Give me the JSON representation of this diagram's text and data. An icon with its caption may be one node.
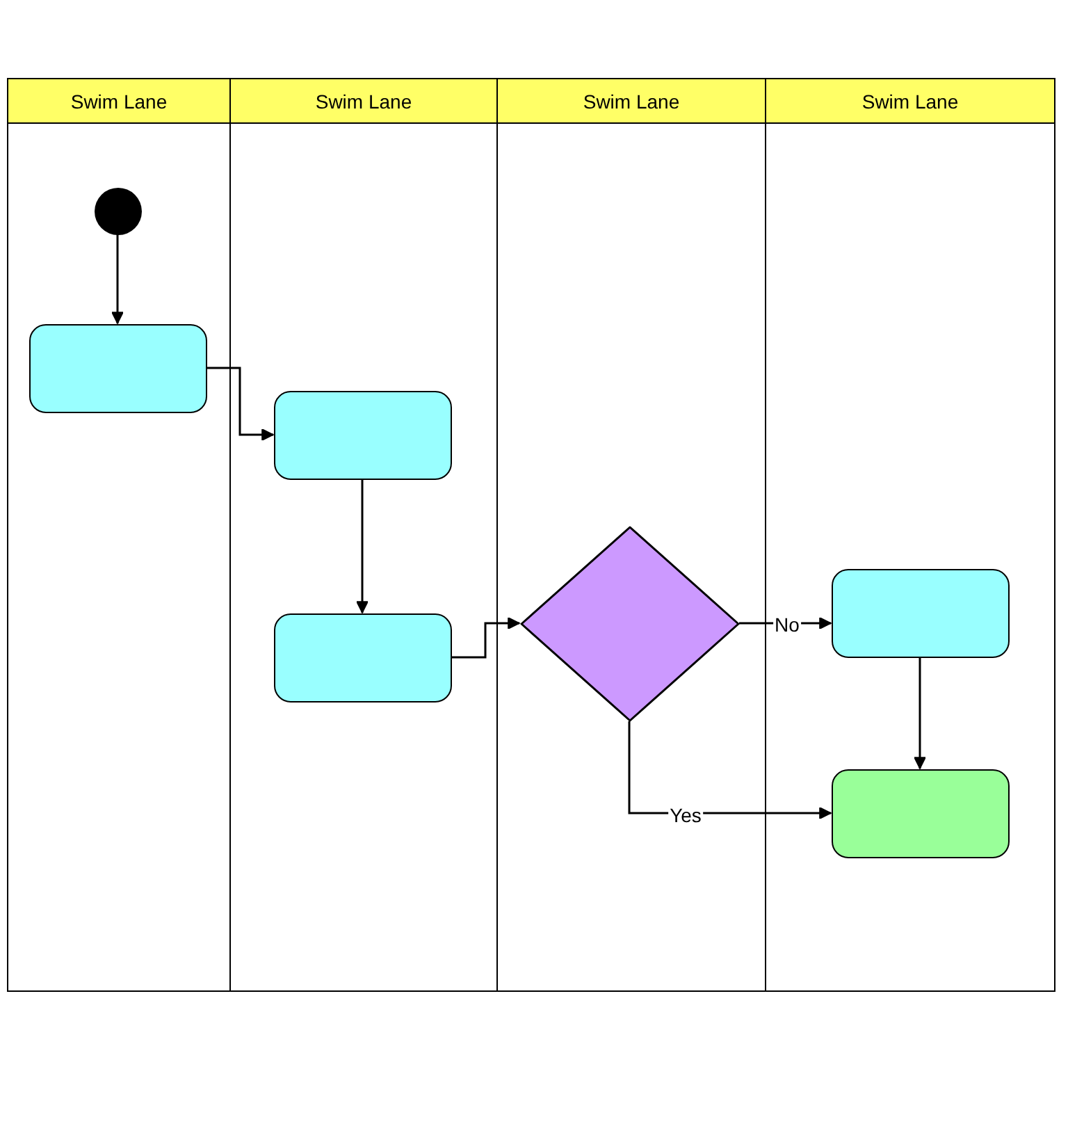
{
  "diagram": {
    "nodes": [
      {
        "text": [
          "Swim Lane"
        ]
      },
      {
        "text": [
          "Swim Lane"
        ]
      },
      {
        "text": [
          "Swim Lane"
        ]
      },
      {
        "text": [
          "Swim Lane"
        ]
      },
      {
        "text": [],
        "shape": "circle",
        "in": 0
      },
      {
        "text": [],
        "shape": "box",
        "in": 0
      },
      {
        "text": [],
        "shape": "box",
        "in": 1
      },
      {
        "text": [],
        "shape": "box",
        "in": 1
      },
      {
        "text": [],
        "shape": "diamond",
        "in": 2
      },
      {
        "text": [],
        "shape": "box",
        "in": 3
      },
      {
        "text": [],
        "shape": "box",
        "in": 3
      }
    ],
    "edges": [
      {
        "from": 4,
        "to": 5,
        "arrow": "to"
      },
      {
        "from": 5,
        "to": 6,
        "arrow": "to"
      },
      {
        "from": 6,
        "to": 7,
        "arrow": "to"
      },
      {
        "from": 7,
        "to": 8,
        "arrow": "to"
      },
      {
        "from": 8,
        "to": 9,
        "arrow": "to",
        "label": "No"
      },
      {
        "from": 8,
        "to": 10,
        "arrow": "to",
        "label": "Yes"
      },
      {
        "from": 9,
        "to": 10,
        "arrow": "to"
      }
    ]
  }
}
